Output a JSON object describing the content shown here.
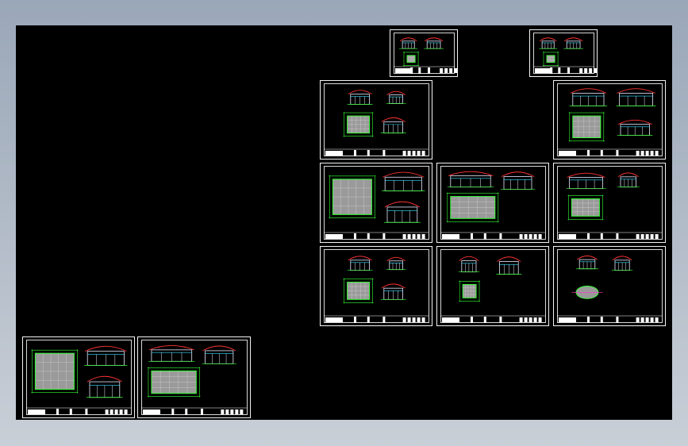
{
  "canvas": {
    "background": "#000000",
    "frame_background_top": "#9aa7b8",
    "frame_background_bottom": "#c9cfd7"
  },
  "colors": {
    "sheet_border": "#f4f4f4",
    "plan_outline": "#33ff33",
    "dimension": "#33ff33",
    "hatch_fill": "#9a9a9a",
    "elevation_line": "#e8e8ff",
    "roof_line": "#ff3333",
    "accent_cyan": "#33e0ff",
    "accent_magenta": "#ff33cc",
    "title_block": "#ffffff"
  },
  "sheets": [
    {
      "id": "sheet-1"
    },
    {
      "id": "sheet-2"
    },
    {
      "id": "sheet-3"
    },
    {
      "id": "sheet-4"
    },
    {
      "id": "sheet-5"
    },
    {
      "id": "sheet-6"
    },
    {
      "id": "sheet-7"
    },
    {
      "id": "sheet-8"
    },
    {
      "id": "sheet-9"
    },
    {
      "id": "sheet-10"
    },
    {
      "id": "sheet-11"
    },
    {
      "id": "sheet-12"
    },
    {
      "id": "sheet-13"
    }
  ]
}
